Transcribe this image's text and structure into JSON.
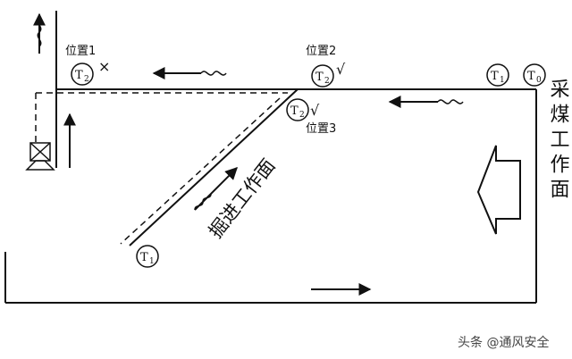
{
  "labels": {
    "pos1": "位置1",
    "pos2": "位置2",
    "pos3": "位置3",
    "mining_face": "采煤工作面",
    "heading_face": "掘进工作面",
    "watermark": "头条 @通风安全"
  },
  "sensors": {
    "t2_pos1": {
      "main": "T",
      "sub": "2"
    },
    "t2_pos2": {
      "main": "T",
      "sub": "2"
    },
    "t2_pos3": {
      "main": "T",
      "sub": "2"
    },
    "t1_right": {
      "main": "T",
      "sub": "1"
    },
    "t0_right": {
      "main": "T",
      "sub": "0"
    },
    "t1_heading": {
      "main": "T",
      "sub": "1"
    }
  },
  "marks": {
    "cross": "×",
    "check_pos2": "√",
    "check_pos3": "√"
  },
  "icons": {
    "airflow": "wavy-arrow-icon",
    "fan": "fan-icon",
    "flow": "flow-arrow-icon"
  }
}
